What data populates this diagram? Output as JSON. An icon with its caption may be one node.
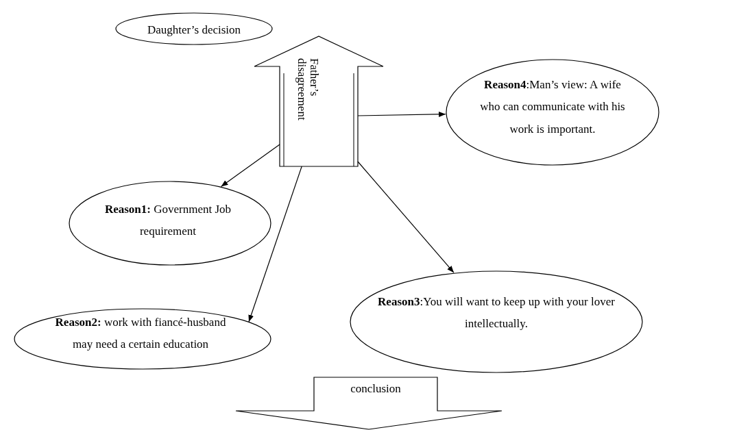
{
  "diagram": {
    "nodes": [
      {
        "text": [
          "Daughter’s decision"
        ]
      },
      {
        "text": [
          "Father’s disagreement"
        ]
      },
      {
        "text": [
          "**Reason4**:Man’s view: A wife who can communicate with his work is important."
        ]
      },
      {
        "text": [
          "**Reason1:** Government Job requirement"
        ]
      },
      {
        "text": [
          "**Reason2:** work with fiancé-husband may need a certain education"
        ]
      },
      {
        "text": [
          "**Reason3**:You will want to keep up with your lover intellectually."
        ]
      },
      {
        "text": [
          "conclusion"
        ]
      }
    ],
    "edges": [
      {
        "from": 1,
        "to": 3,
        "arrow": "to"
      },
      {
        "from": 1,
        "to": 2,
        "arrow": "to"
      },
      {
        "from": 1,
        "to": 4,
        "arrow": "to"
      },
      {
        "from": 1,
        "to": 5,
        "arrow": "to"
      }
    ]
  }
}
